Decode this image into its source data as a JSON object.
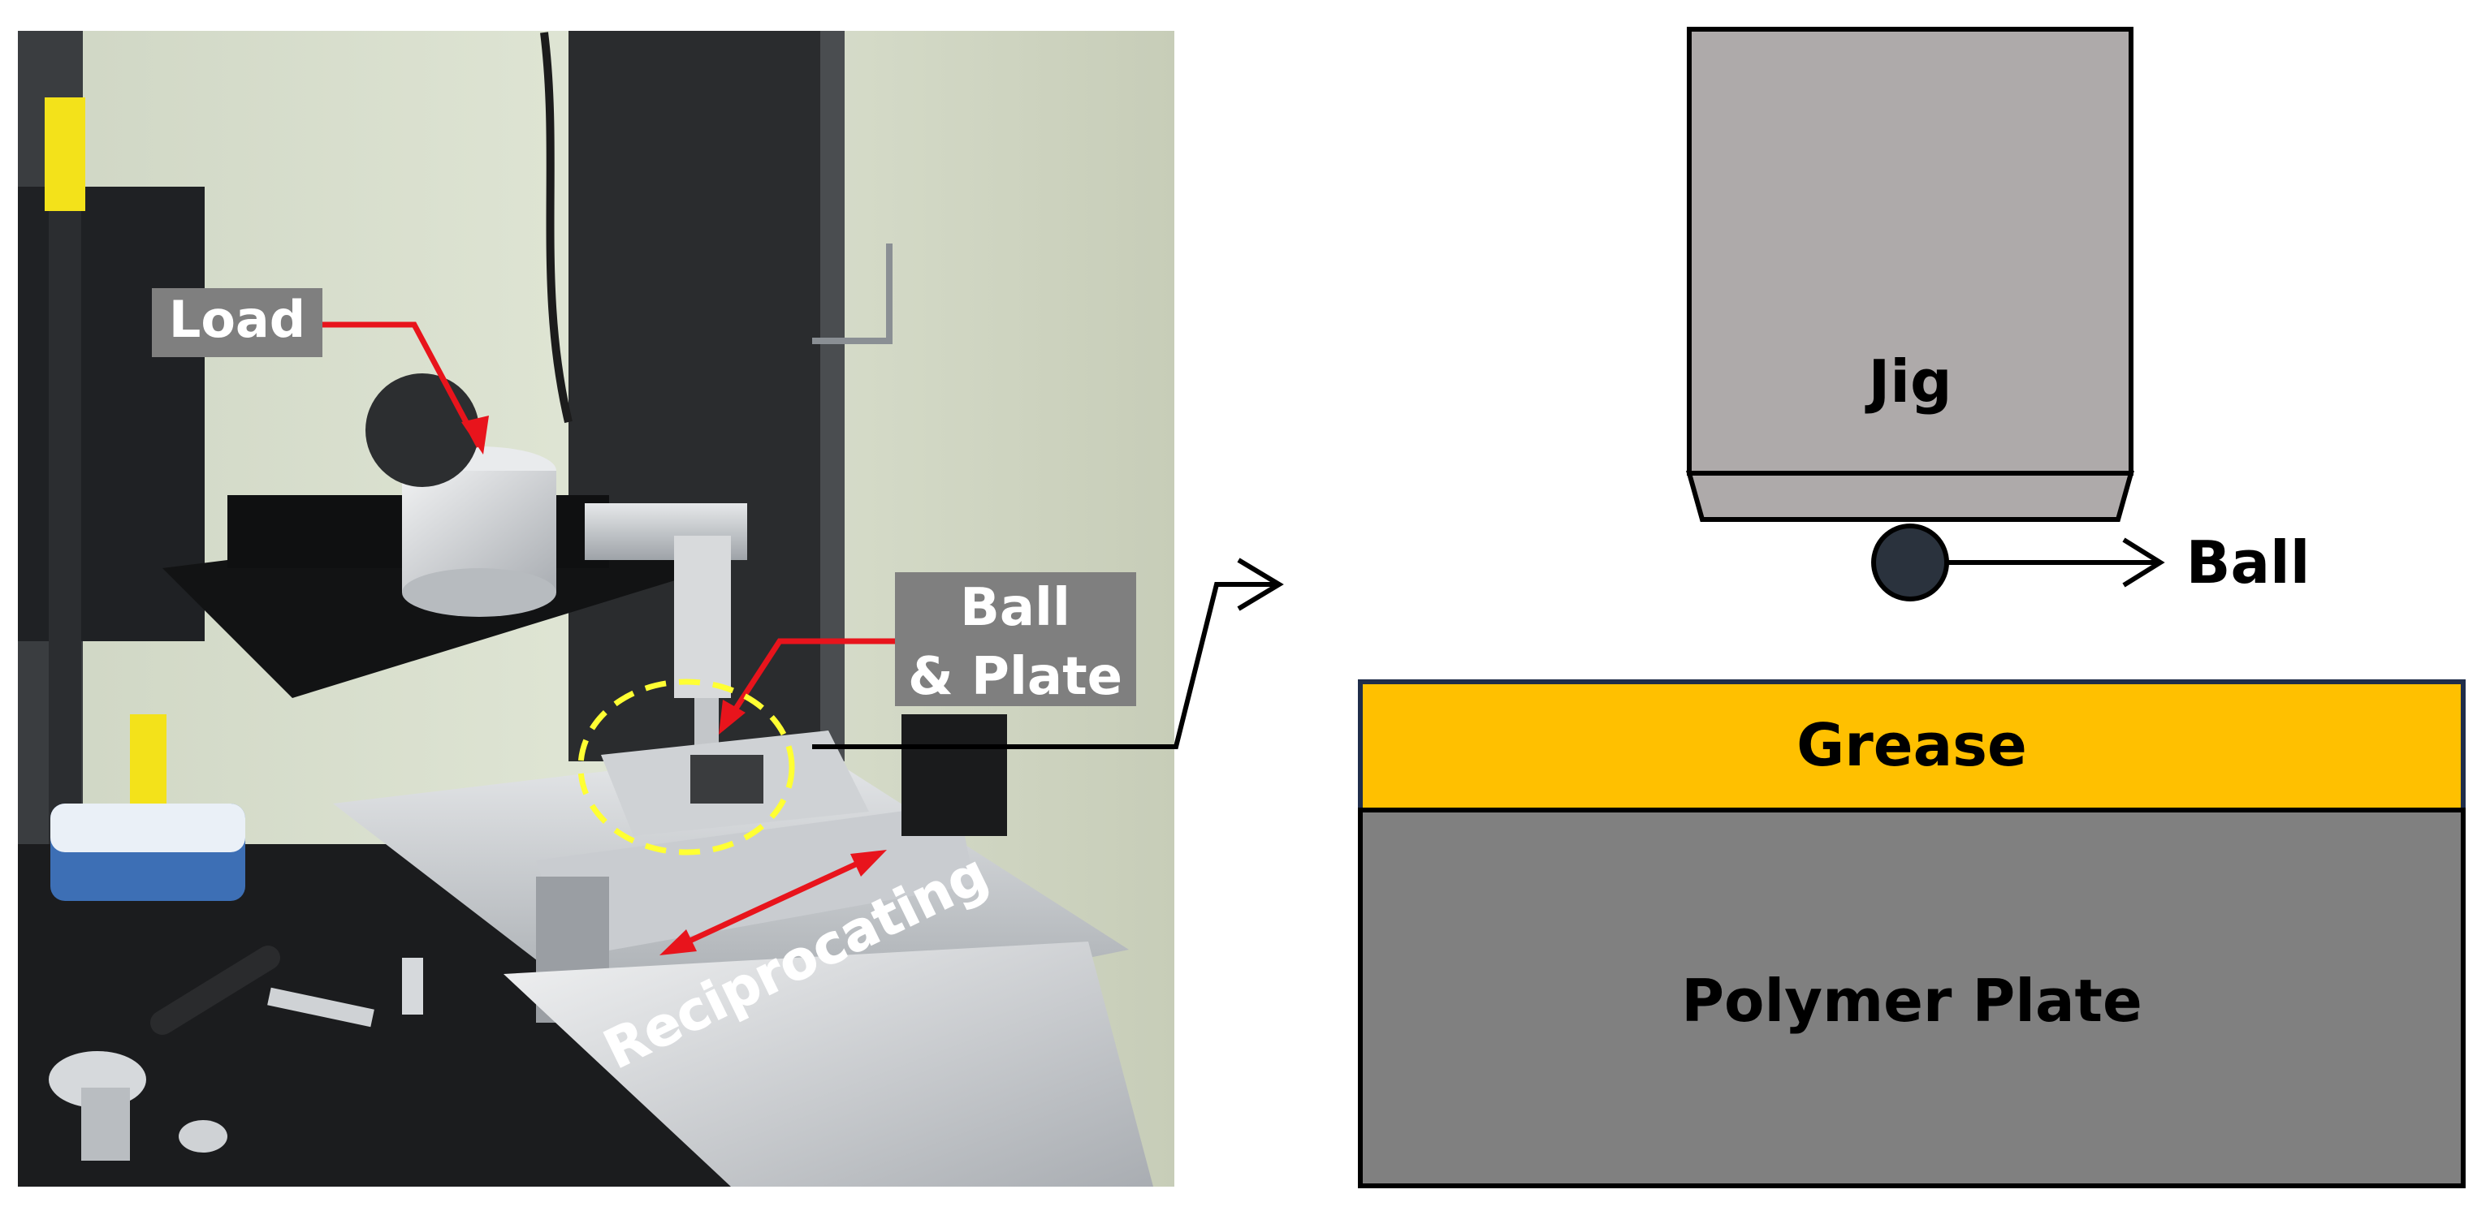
{
  "photo": {
    "labels": {
      "load": "Load",
      "ball_plate_line1": "Ball",
      "ball_plate_line2": "& Plate",
      "reciprocating": "Reciprocating"
    }
  },
  "schematic": {
    "jig": "Jig",
    "ball": "Ball",
    "grease": "Grease",
    "polymer_plate": "Polymer Plate"
  },
  "colors": {
    "label_box": "#7f7f7f",
    "arrow_red": "#e8141c",
    "highlight_circle": "#ffff33",
    "jig_fill": "#aeaaaa",
    "grease_fill": "#ffc000",
    "plate_fill": "#808080",
    "ball_fill": "#2a323d",
    "outline": "#000000",
    "grease_border": "#1f2d4a"
  }
}
